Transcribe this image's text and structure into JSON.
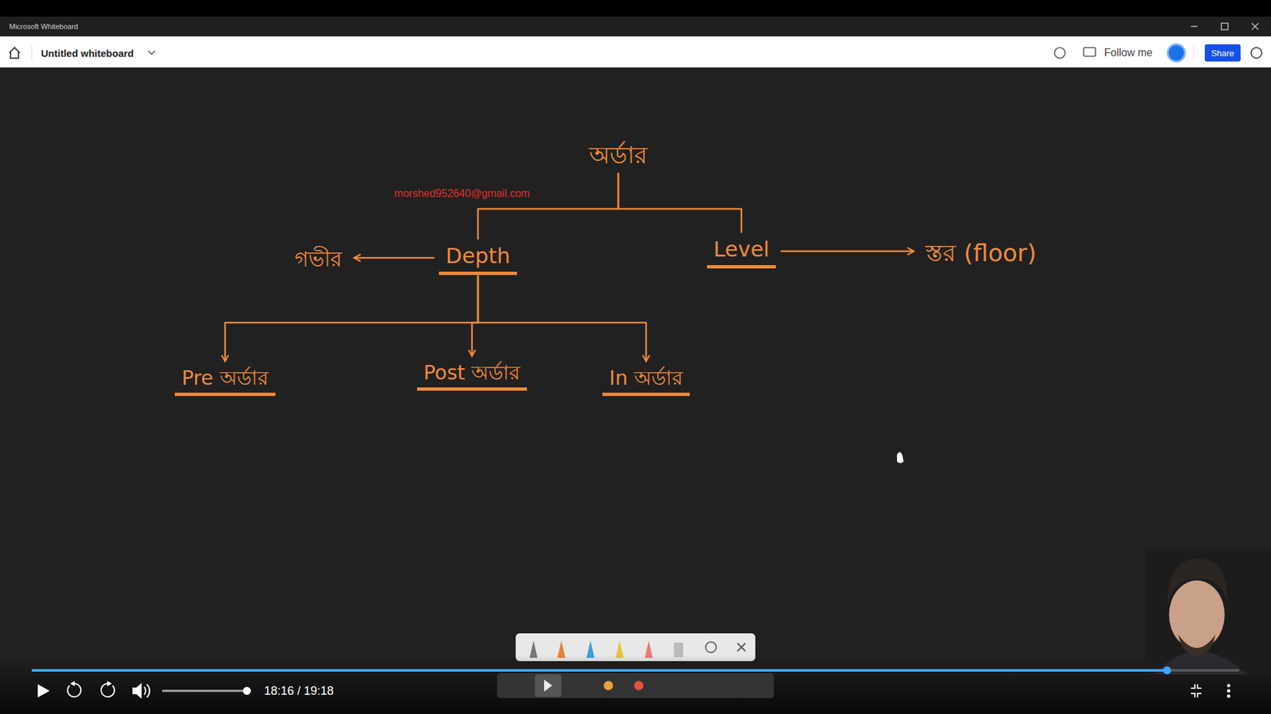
{
  "diagram": {
    "nodes": [
      {
        "text": [
          "অর্ডার"
        ]
      },
      {
        "text": [
          "Depth"
        ]
      },
      {
        "text": [
          "Level"
        ]
      },
      {
        "text": [
          "Pre অর্ডার"
        ]
      },
      {
        "text": [
          "Post অর্ডার"
        ]
      },
      {
        "text": [
          "In অর্ডার"
        ]
      },
      {
        "text": [
          "গভীর"
        ]
      },
      {
        "text": [
          "স্তর (floor)"
        ]
      }
    ],
    "edges": [
      {
        "from": 0,
        "to": 1,
        "arrow": "none"
      },
      {
        "from": 0,
        "to": 2,
        "arrow": "none"
      },
      {
        "from": 1,
        "to": 3,
        "arrow": "to"
      },
      {
        "from": 1,
        "to": 4,
        "arrow": "to"
      },
      {
        "from": 1,
        "to": 5,
        "arrow": "to"
      },
      {
        "from": 1,
        "to": 6,
        "arrow": "to"
      },
      {
        "from": 2,
        "to": 7,
        "arrow": "to"
      }
    ],
    "labels": [
      "Microsoft Whiteboard",
      "Untitled whiteboard",
      "Follow me",
      "Share",
      "morshed952640@gmail.com",
      "18:16 / 19:18"
    ]
  }
}
